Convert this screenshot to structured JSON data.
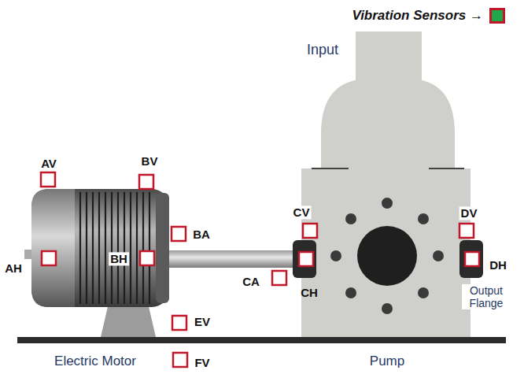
{
  "diagram": {
    "labels": [
      "Input",
      "AV",
      "BV",
      "BA",
      "AH",
      "BH",
      "CV",
      "DV",
      "DH",
      "CA",
      "CH",
      "Output Flange",
      "EV",
      "FV",
      "Electric Motor",
      "Pump"
    ],
    "legend": [
      {
        "text": "Vibration Sensors →"
      }
    ]
  }
}
